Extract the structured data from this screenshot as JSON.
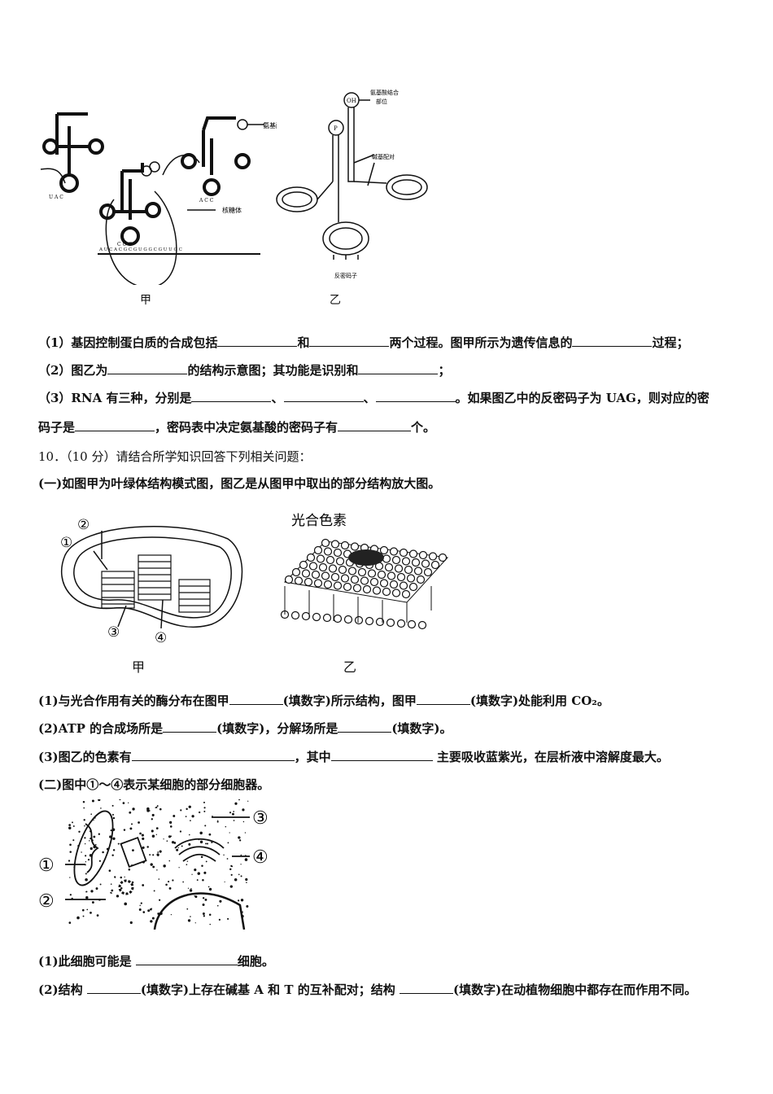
{
  "fig1": {
    "jia_caption": "甲",
    "yi_caption": "乙",
    "label_amino_acid": "氨基酸",
    "label_ribosome": "核糖体",
    "label_oh": "OH",
    "label_p": "P",
    "label_binding_site_1": "氨基酸结合",
    "label_binding_site_2": "部位",
    "label_base_pairing": "碱基配对",
    "label_anticodon": "反密码子",
    "trna_left_anticodon": [
      "U",
      "A",
      "C"
    ],
    "trna_mid_anticodon": [
      "C",
      "U",
      "C"
    ],
    "trna_right_anticodon": [
      "A",
      "C",
      "C"
    ],
    "mrna_bases": [
      "A",
      "U",
      "C",
      "A",
      "C",
      "G",
      "C",
      "G",
      "U",
      "G",
      "G",
      "C",
      "G",
      "U",
      "U",
      "G",
      "C"
    ]
  },
  "q9": {
    "l1a": "（1）基因控制蛋白质的合成包括",
    "l1b": "和",
    "l1c": "两个过程。图甲所示为遗传信息的",
    "l1d": "过程；",
    "l2a": "（2）图乙为",
    "l2b": "的结构示意图；其功能是识别和",
    "l2c": "；",
    "l3a": "（3）RNA 有三种，分别是",
    "l3b": "、",
    "l3c": "、",
    "l3d": "。如果图乙中的反密码子为 UAG，则对应的密",
    "l4a": "码子是",
    "l4b": "，密码表中决定氨基酸的密码子有",
    "l4c": "个。"
  },
  "q10": {
    "header": "10．（10 分）请结合所学知识回答下列相关问题：",
    "part1": "(一)如图甲为叶绿体结构模式图，图乙是从图甲中取出的部分结构放大图。",
    "fig2": {
      "n1": "①",
      "n2": "②",
      "n3": "③",
      "n4": "④",
      "pigment": "光合色素",
      "jia": "甲",
      "yi": "乙"
    },
    "s1a": "(1)与光合作用有关的酶分布在图甲",
    "s1b": "(填数字)所示结构，图甲",
    "s1c": "(填数字)处能利用 CO₂。",
    "s2a": "(2)ATP 的合成场所是",
    "s2b": "(填数字)，分解场所是",
    "s2c": "(填数字)。",
    "s3a": "(3)图乙的色素有",
    "s3b": "，其中",
    "s3c": " 主要吸收蓝紫光，在层析液中溶解度最大。",
    "part2": "(二)图中①～④表示某细胞的部分细胞器。",
    "fig3": {
      "n1": "①",
      "n2": "②",
      "n3": "③",
      "n4": "④"
    },
    "t1a": "(1)此细胞可能是 ",
    "t1b": "细胞。",
    "t2a": "(2)结构 ",
    "t2b": "(填数字)上存在碱基 A 和 T 的互补配对；结构 ",
    "t2c": "(填数字)在动植物细胞中都存在而作用不同。"
  }
}
